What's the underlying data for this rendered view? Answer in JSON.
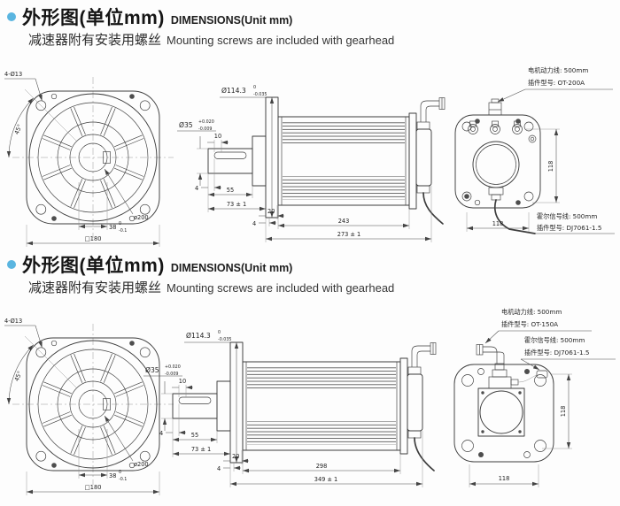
{
  "accent_color": "#5ab5e0",
  "sections": [
    {
      "header": {
        "title_zh": "外形图(单位mm)",
        "title_en": "DIMENSIONS(Unit mm)",
        "subtitle_zh": "减速器附有安装用螺丝",
        "subtitle_en": "Mounting screws are included with gearhead"
      },
      "front": {
        "holes": "4-Ø13",
        "angle": "45°",
        "bolt_circle": "ø200",
        "pilot": "38",
        "pilot_tol_top": "0",
        "pilot_tol_bottom": "-0.1",
        "square": "□180"
      },
      "side": {
        "body_dia": "Ø114.3",
        "body_dia_tol_top": "0",
        "body_dia_tol_bottom": "-0.035",
        "shaft_dia": "Ø35",
        "shaft_dia_tol_top": "+0.020",
        "shaft_dia_tol_bottom": "-0.009",
        "keyway_len": "10",
        "key_offset": "4",
        "shaft_len": "55",
        "shaft_total": "73 ± 1",
        "front_step": "4",
        "flange_thickness": "20",
        "body_len": "243",
        "total_len": "273 ± 1"
      },
      "rear": {
        "height": "118",
        "width": "118"
      },
      "callouts": {
        "power_line": "电机动力线: 500mm",
        "power_plug": "插件型号: OT-200A",
        "hall_line": "霍尔信号线: 500mm",
        "hall_plug": "插件型号: DJ7061-1.5"
      }
    },
    {
      "header": {
        "title_zh": "外形图(单位mm)",
        "title_en": "DIMENSIONS(Unit mm)",
        "subtitle_zh": "减速器附有安装用螺丝",
        "subtitle_en": "Mounting screws are included with gearhead"
      },
      "front": {
        "holes": "4-Ø13",
        "angle": "45°",
        "bolt_circle": "ø200",
        "pilot": "38",
        "pilot_tol_top": "0",
        "pilot_tol_bottom": "-0.1",
        "square": "□180"
      },
      "side": {
        "body_dia": "Ø114.3",
        "body_dia_tol_top": "0",
        "body_dia_tol_bottom": "-0.035",
        "shaft_dia": "Ø35",
        "shaft_dia_tol_top": "+0.020",
        "shaft_dia_tol_bottom": "-0.009",
        "keyway_len": "10",
        "key_offset": "4",
        "shaft_len": "55",
        "shaft_total": "73 ± 1",
        "front_step": "4",
        "flange_thickness": "20",
        "body_len": "298",
        "total_len": "349 ± 1"
      },
      "rear": {
        "height": "118",
        "width": "118"
      },
      "callouts": {
        "power_line": "电机动力线: 500mm",
        "power_plug": "插件型号: OT-150A",
        "hall_line": "霍尔信号线: 500mm",
        "hall_plug": "插件型号: DJ7061-1.5"
      }
    }
  ]
}
